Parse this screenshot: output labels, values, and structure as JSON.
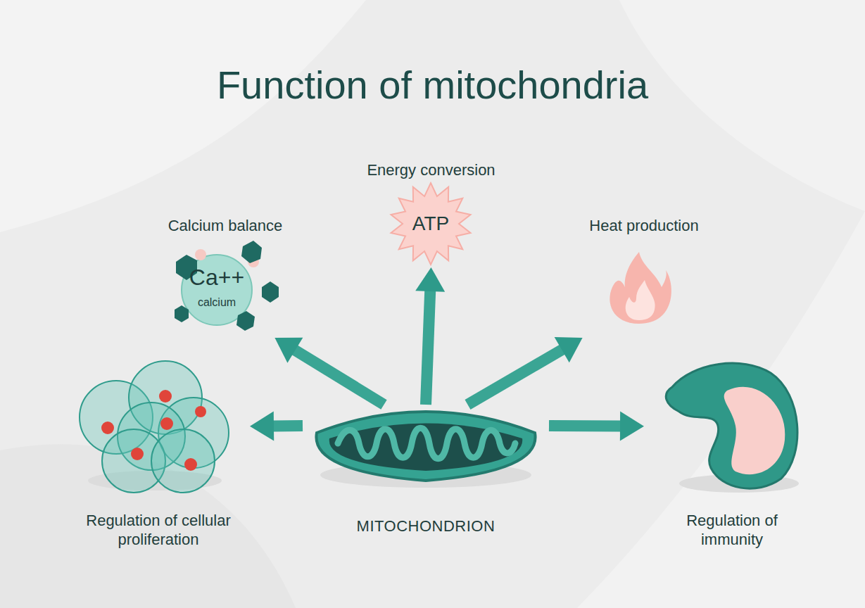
{
  "diagram": {
    "title": "Function of mitochondria",
    "nodes": [
      {
        "text": [
          "MITOCHONDRION"
        ]
      },
      {
        "text": [
          "Regulation of cellular proliferation"
        ]
      },
      {
        "text": [
          "Calcium balance",
          "Ca++",
          "calcium"
        ]
      },
      {
        "text": [
          "Energy conversion",
          "ATP"
        ]
      },
      {
        "text": [
          "Heat production"
        ]
      },
      {
        "text": [
          "Regulation of immunity"
        ]
      }
    ],
    "edges": [
      {
        "from": 0,
        "to": 1,
        "arrow": "to"
      },
      {
        "from": 0,
        "to": 2,
        "arrow": "to"
      },
      {
        "from": 0,
        "to": 3,
        "arrow": "to"
      },
      {
        "from": 0,
        "to": 4,
        "arrow": "to"
      },
      {
        "from": 0,
        "to": 5,
        "arrow": "to"
      }
    ]
  }
}
